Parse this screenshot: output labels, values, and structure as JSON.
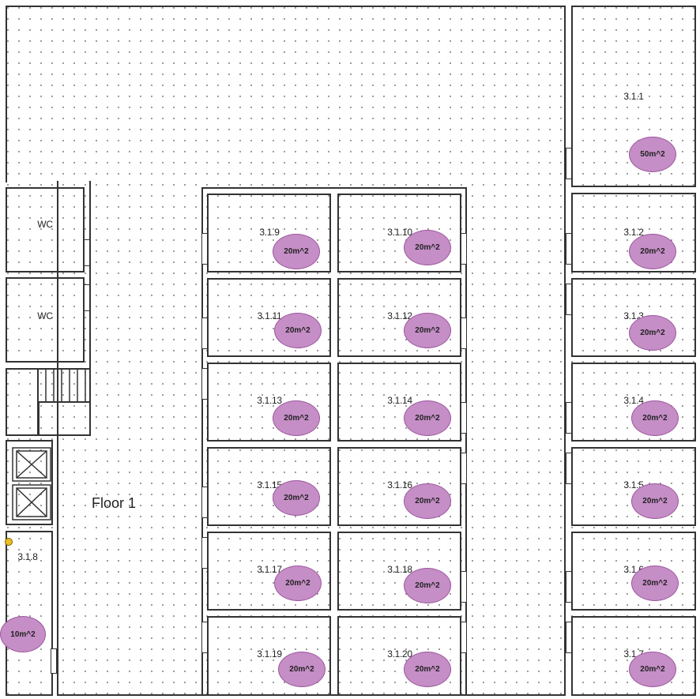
{
  "floor_title": "Floor 1",
  "colors": {
    "area_fill": "#c58ec6",
    "area_border": "#9c579e",
    "wall": "#333333",
    "marker": "#e8c020"
  },
  "icons": {
    "elevator": "elevator-cross-icon",
    "stairs": "stairs-icon",
    "marker": "position-marker-icon"
  },
  "rooms": [
    {
      "id": "3.1.1",
      "area": "50m^2"
    },
    {
      "id": "3.1.2",
      "area": "20m^2"
    },
    {
      "id": "3.1.3",
      "area": "20m^2"
    },
    {
      "id": "3.1.4",
      "area": "20m^2"
    },
    {
      "id": "3.1.5",
      "area": "20m^2"
    },
    {
      "id": "3.1.6",
      "area": "20m^2"
    },
    {
      "id": "3.1.7",
      "area": "20m^2"
    },
    {
      "id": "3.1.8",
      "area": "10m^2"
    },
    {
      "id": "3.1.9",
      "area": "20m^2"
    },
    {
      "id": "3.1.10",
      "area": "20m^2"
    },
    {
      "id": "3.1.11",
      "area": "20m^2"
    },
    {
      "id": "3.1.12",
      "area": "20m^2"
    },
    {
      "id": "3.1.13",
      "area": "20m^2"
    },
    {
      "id": "3.1.14",
      "area": "20m^2"
    },
    {
      "id": "3.1.15",
      "area": "20m^2"
    },
    {
      "id": "3.1.16",
      "area": "20m^2"
    },
    {
      "id": "3.1.17",
      "area": "20m^2"
    },
    {
      "id": "3.1.18",
      "area": "20m^2"
    },
    {
      "id": "3.1.19",
      "area": "20m^2"
    },
    {
      "id": "3.1.20",
      "area": "20m^2"
    }
  ],
  "wc": [
    {
      "label": "WC"
    },
    {
      "label": "WC"
    }
  ]
}
